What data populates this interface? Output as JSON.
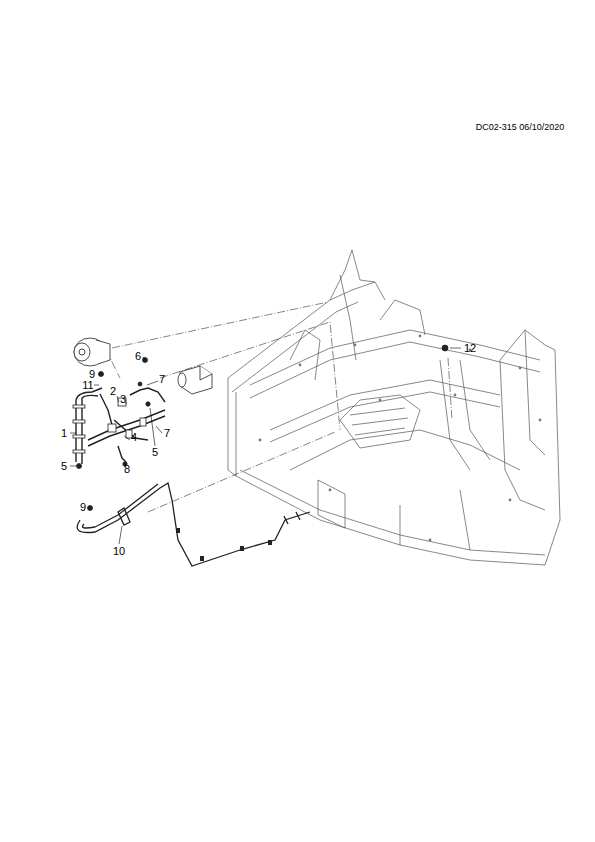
{
  "diagram": {
    "labels": [
      "DC02-315 06/10/2020",
      "6",
      "9",
      "11",
      "2",
      "3",
      "7",
      "1",
      "7",
      "4",
      "5",
      "5",
      "8",
      "9",
      "10",
      "12"
    ]
  }
}
